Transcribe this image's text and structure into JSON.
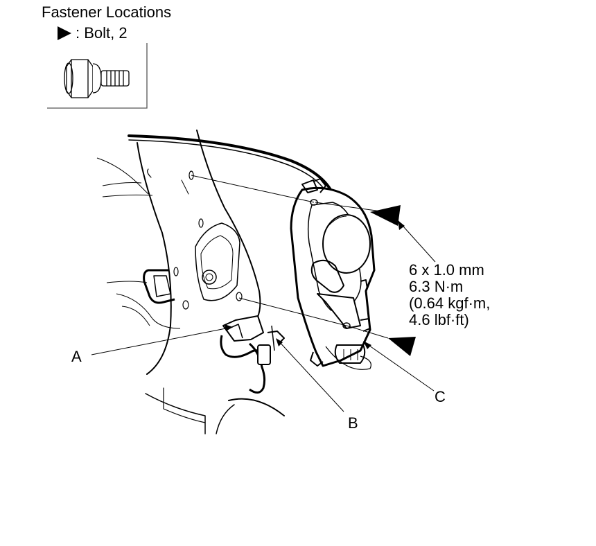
{
  "header": {
    "title": "Fastener Locations",
    "legend_label": ": Bolt, 2",
    "legend_icon": "bolt-triangle-icon"
  },
  "spec": {
    "line1": "6 x 1.0 mm",
    "line2": "6.3 N·m",
    "line3": "(0.64 kgf·m,",
    "line4": "4.6 lbf·ft)"
  },
  "callouts": {
    "a": "A",
    "b": "B",
    "c": "C"
  },
  "colors": {
    "line": "#000000",
    "background": "#ffffff"
  }
}
